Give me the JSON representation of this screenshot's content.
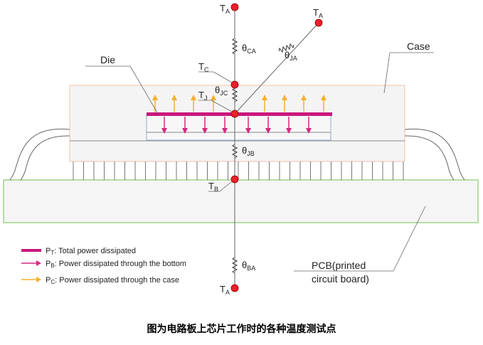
{
  "labels": {
    "die": "Die",
    "case": "Case",
    "pcb_line1": "PCB(printed",
    "pcb_line2": "circuit board)"
  },
  "nodes": {
    "ta_top_main": "T",
    "ta_top_main_sub": "A",
    "ta_top_right": "T",
    "ta_top_right_sub": "A",
    "tc": "T",
    "tc_sub": "C",
    "tj": "T",
    "tj_sub": "J",
    "tb": "T",
    "tb_sub": "B",
    "ta_bottom": "T",
    "ta_bottom_sub": "A"
  },
  "resistances": {
    "ca": "θ",
    "ca_sub": "CA",
    "ja": "θ",
    "ja_sub": "JA",
    "jc": "θ",
    "jc_sub": "JC",
    "jb": "θ",
    "jb_sub": "JB",
    "ba": "θ",
    "ba_sub": "BA"
  },
  "legend": [
    {
      "symbol": "P",
      "sub": "T",
      "text": ": Total power dissipated",
      "kind": "bar",
      "color": "#c8177d"
    },
    {
      "symbol": "P",
      "sub": "B",
      "text": ": Power dissipated through the bottom",
      "kind": "arrow",
      "color": "#d4287f"
    },
    {
      "symbol": "P",
      "sub": "C",
      "text": ": Power dissipated through the case",
      "kind": "arrow",
      "color": "#f5b12a"
    }
  ],
  "caption": "图为电路板上芯片工作时的各种温度测试点",
  "colors": {
    "node_red": "#e8202a",
    "die_bar": "#c8177d",
    "down_arrow": "#d4287f",
    "up_arrow": "#f5b12a",
    "case_border": "#f2cdb7",
    "pcb_border": "#9fd38a",
    "die_outline": "#a6b8d6"
  }
}
